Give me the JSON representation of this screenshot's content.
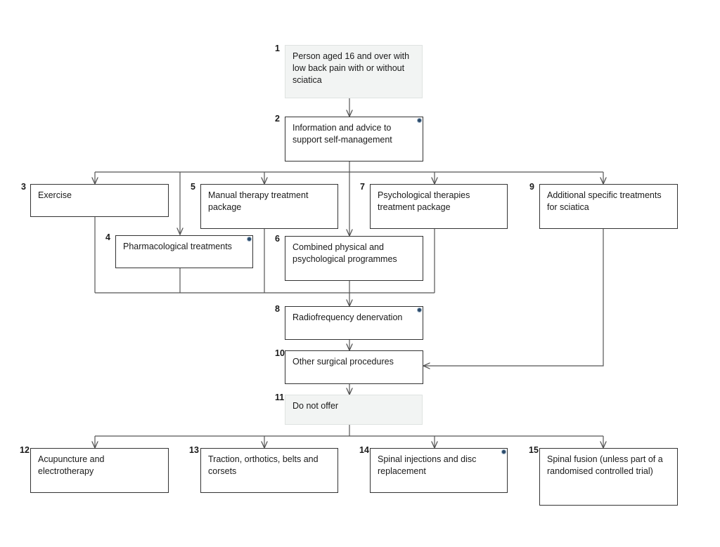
{
  "nodes": [
    {
      "num": "1",
      "text": "Person aged 16 and over with low back pain with or without sciatica"
    },
    {
      "num": "2",
      "text": "Information and advice to support self-management"
    },
    {
      "num": "3",
      "text": "Exercise"
    },
    {
      "num": "4",
      "text": "Pharmacological treatments"
    },
    {
      "num": "5",
      "text": "Manual therapy treatment package"
    },
    {
      "num": "6",
      "text": "Combined physical and psychological programmes"
    },
    {
      "num": "7",
      "text": "Psychological therapies treatment package"
    },
    {
      "num": "8",
      "text": "Radiofrequency denervation"
    },
    {
      "num": "9",
      "text": "Additional specific treatments for sciatica"
    },
    {
      "num": "10",
      "text": "Other surgical procedures"
    },
    {
      "num": "11",
      "text": "Do not offer"
    },
    {
      "num": "12",
      "text": "Acupuncture and electrotherapy"
    },
    {
      "num": "13",
      "text": "Traction, orthotics, belts and corsets"
    },
    {
      "num": "14",
      "text": "Spinal injections and disc replacement"
    },
    {
      "num": "15",
      "text": "Spinal fusion (unless part of a randomised controlled trial)"
    }
  ]
}
